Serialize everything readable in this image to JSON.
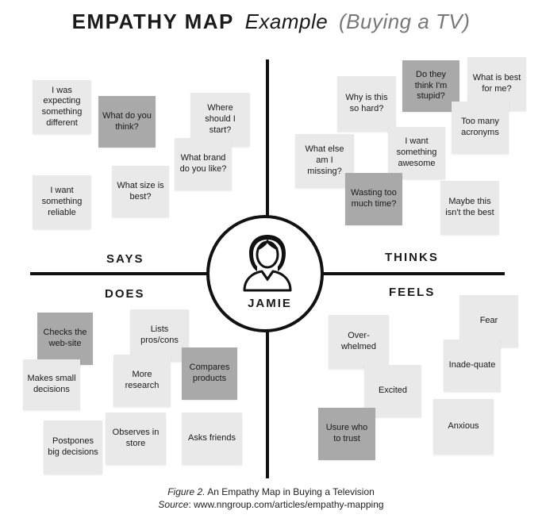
{
  "title": {
    "main": "EMPATHY MAP",
    "sub": "Example",
    "paren": "(Buying a TV)"
  },
  "persona": {
    "name": "JAMIE",
    "icon": "person-icon"
  },
  "quadrants": {
    "says": "SAYS",
    "thinks": "THINKS",
    "does": "DOES",
    "feels": "FEELS"
  },
  "notes": {
    "says": [
      {
        "text": "I was expecting something different"
      },
      {
        "text": "What do you think?"
      },
      {
        "text": "Where should I start?"
      },
      {
        "text": "What brand do you like?"
      },
      {
        "text": "I want something reliable"
      },
      {
        "text": "What size is best?"
      }
    ],
    "thinks": [
      {
        "text": "Why is this so hard?"
      },
      {
        "text": "Do they think I'm stupid?"
      },
      {
        "text": "What is best for me?"
      },
      {
        "text": "Too many acronyms"
      },
      {
        "text": "What else am I missing?"
      },
      {
        "text": "I want something awesome"
      },
      {
        "text": "Wasting too much time?"
      },
      {
        "text": "Maybe this isn't the best"
      }
    ],
    "does": [
      {
        "text": "Checks the web-site"
      },
      {
        "text": "Lists pros/cons"
      },
      {
        "text": "Makes small decisions"
      },
      {
        "text": "More research"
      },
      {
        "text": "Compares products"
      },
      {
        "text": "Postpones big decisions"
      },
      {
        "text": "Observes in store"
      },
      {
        "text": "Asks friends"
      }
    ],
    "feels": [
      {
        "text": "Fear"
      },
      {
        "text": "Over-whelmed"
      },
      {
        "text": "Inade-quate"
      },
      {
        "text": "Excited"
      },
      {
        "text": "Anxious"
      },
      {
        "text": "Usure who to trust"
      }
    ]
  },
  "caption": {
    "figure_label": "Figure 2.",
    "figure_text": "An Empathy Map in Buying a Television",
    "source_label": "Source",
    "source_text": ": www.nngroup.com/articles/empathy-mapping"
  },
  "colors": {
    "note_light": "#e9e9e9",
    "note_dark": "#a9a9a9",
    "line": "#111111"
  }
}
